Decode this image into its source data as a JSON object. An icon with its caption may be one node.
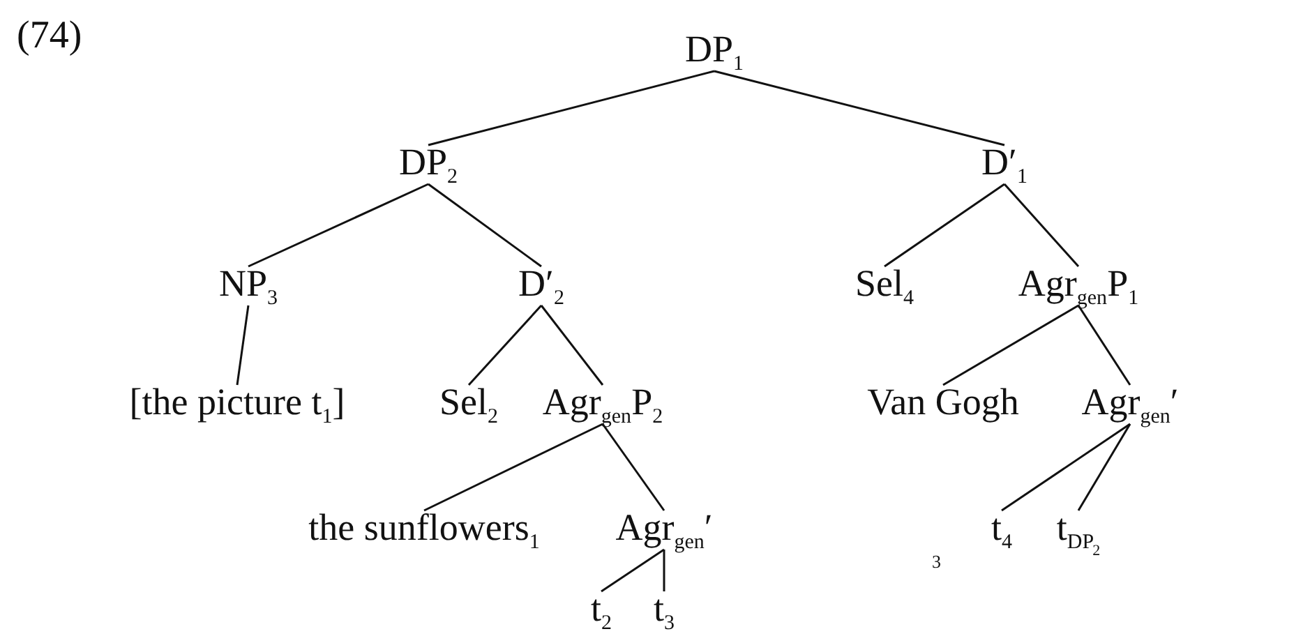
{
  "diagram": {
    "nodes": [
      {
        "text": [
          "DP$_{1}$"
        ]
      },
      {
        "text": [
          "DP$_{2}$"
        ]
      },
      {
        "text": [
          "D′$_{1}$"
        ]
      },
      {
        "text": [
          "NP$_{3}$"
        ]
      },
      {
        "text": [
          "D′$_{2}$"
        ]
      },
      {
        "text": [
          "Sel$_{4}$"
        ]
      },
      {
        "text": [
          "Agr$_{gen}$P$_{1}$"
        ]
      },
      {
        "text": [
          "[the picture t$_{1}$]"
        ]
      },
      {
        "text": [
          "Sel$_{2}$"
        ]
      },
      {
        "text": [
          "Agr$_{gen}$P$_{2}$"
        ]
      },
      {
        "text": [
          "Van Gogh"
        ]
      },
      {
        "text": [
          "Agr$_{gen}$′"
        ]
      },
      {
        "text": [
          "the sunflowers$_{1}$"
        ]
      },
      {
        "text": [
          "Agr$_{gen}$′"
        ]
      },
      {
        "text": [
          "t$_{4}$"
        ]
      },
      {
        "text": [
          "t$_{DP}$$_{2}$"
        ]
      },
      {
        "text": [
          "t$_{2}$"
        ]
      },
      {
        "text": [
          "t$_{3}$"
        ]
      }
    ],
    "edges": [
      {
        "from": 0,
        "to": 1,
        "arrow": "none"
      },
      {
        "from": 0,
        "to": 2,
        "arrow": "none"
      },
      {
        "from": 1,
        "to": 3,
        "arrow": "none"
      },
      {
        "from": 1,
        "to": 4,
        "arrow": "none"
      },
      {
        "from": 2,
        "to": 5,
        "arrow": "none"
      },
      {
        "from": 2,
        "to": 6,
        "arrow": "none"
      },
      {
        "from": 3,
        "to": 7,
        "arrow": "none"
      },
      {
        "from": 4,
        "to": 8,
        "arrow": "none"
      },
      {
        "from": 4,
        "to": 9,
        "arrow": "none"
      },
      {
        "from": 6,
        "to": 10,
        "arrow": "none"
      },
      {
        "from": 6,
        "to": 11,
        "arrow": "none"
      },
      {
        "from": 9,
        "to": 12,
        "arrow": "none"
      },
      {
        "from": 9,
        "to": 13,
        "arrow": "none"
      },
      {
        "from": 11,
        "to": 14,
        "arrow": "none"
      },
      {
        "from": 11,
        "to": 15,
        "arrow": "none"
      },
      {
        "from": 13,
        "to": 16,
        "arrow": "none"
      },
      {
        "from": 13,
        "to": 17,
        "arrow": "none"
      }
    ],
    "labels": [
      "(74)",
      "3"
    ]
  }
}
